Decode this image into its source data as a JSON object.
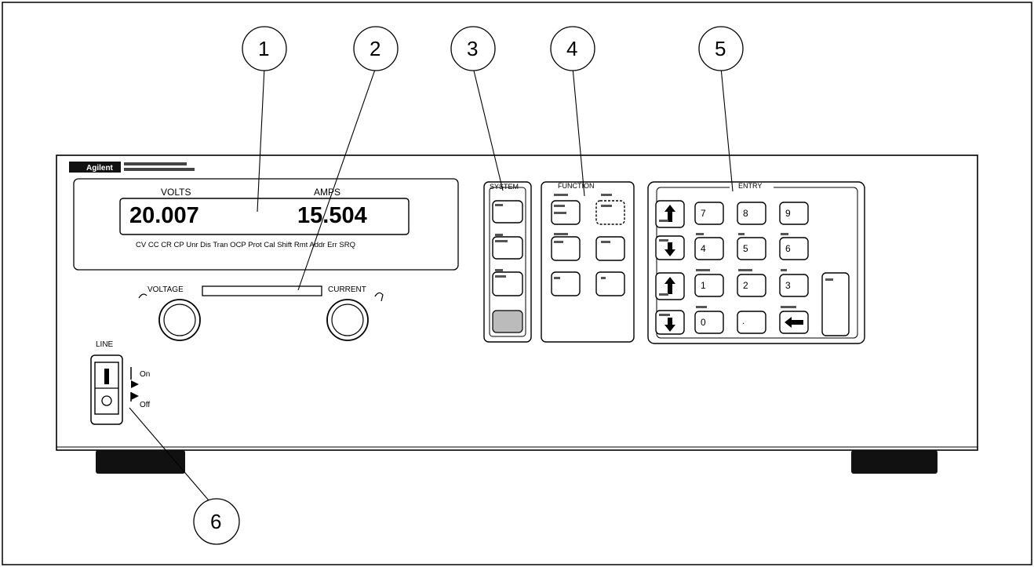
{
  "callouts": [
    "1",
    "2",
    "3",
    "4",
    "5",
    "6"
  ],
  "display": {
    "volts_label": "VOLTS",
    "amps_label": "AMPS",
    "volts_value": "20.007",
    "amps_value": "15.504",
    "annunciators": "CV CC CR CP Unr Dis Tran OCP Prot Cal Shift Rmt Addr Err SRQ"
  },
  "knobs": {
    "voltage_label": "VOLTAGE",
    "current_label": "CURRENT"
  },
  "groups": {
    "system": "SYSTEM",
    "function": "FUNCTION",
    "entry": "ENTRY"
  },
  "entry_keys": [
    "7",
    "8",
    "9",
    "4",
    "5",
    "6",
    "1",
    "2",
    "3",
    "0",
    "."
  ],
  "line": {
    "label": "LINE",
    "on": "On",
    "off": "Off"
  },
  "brand": {
    "logo_text": "Agilent"
  }
}
